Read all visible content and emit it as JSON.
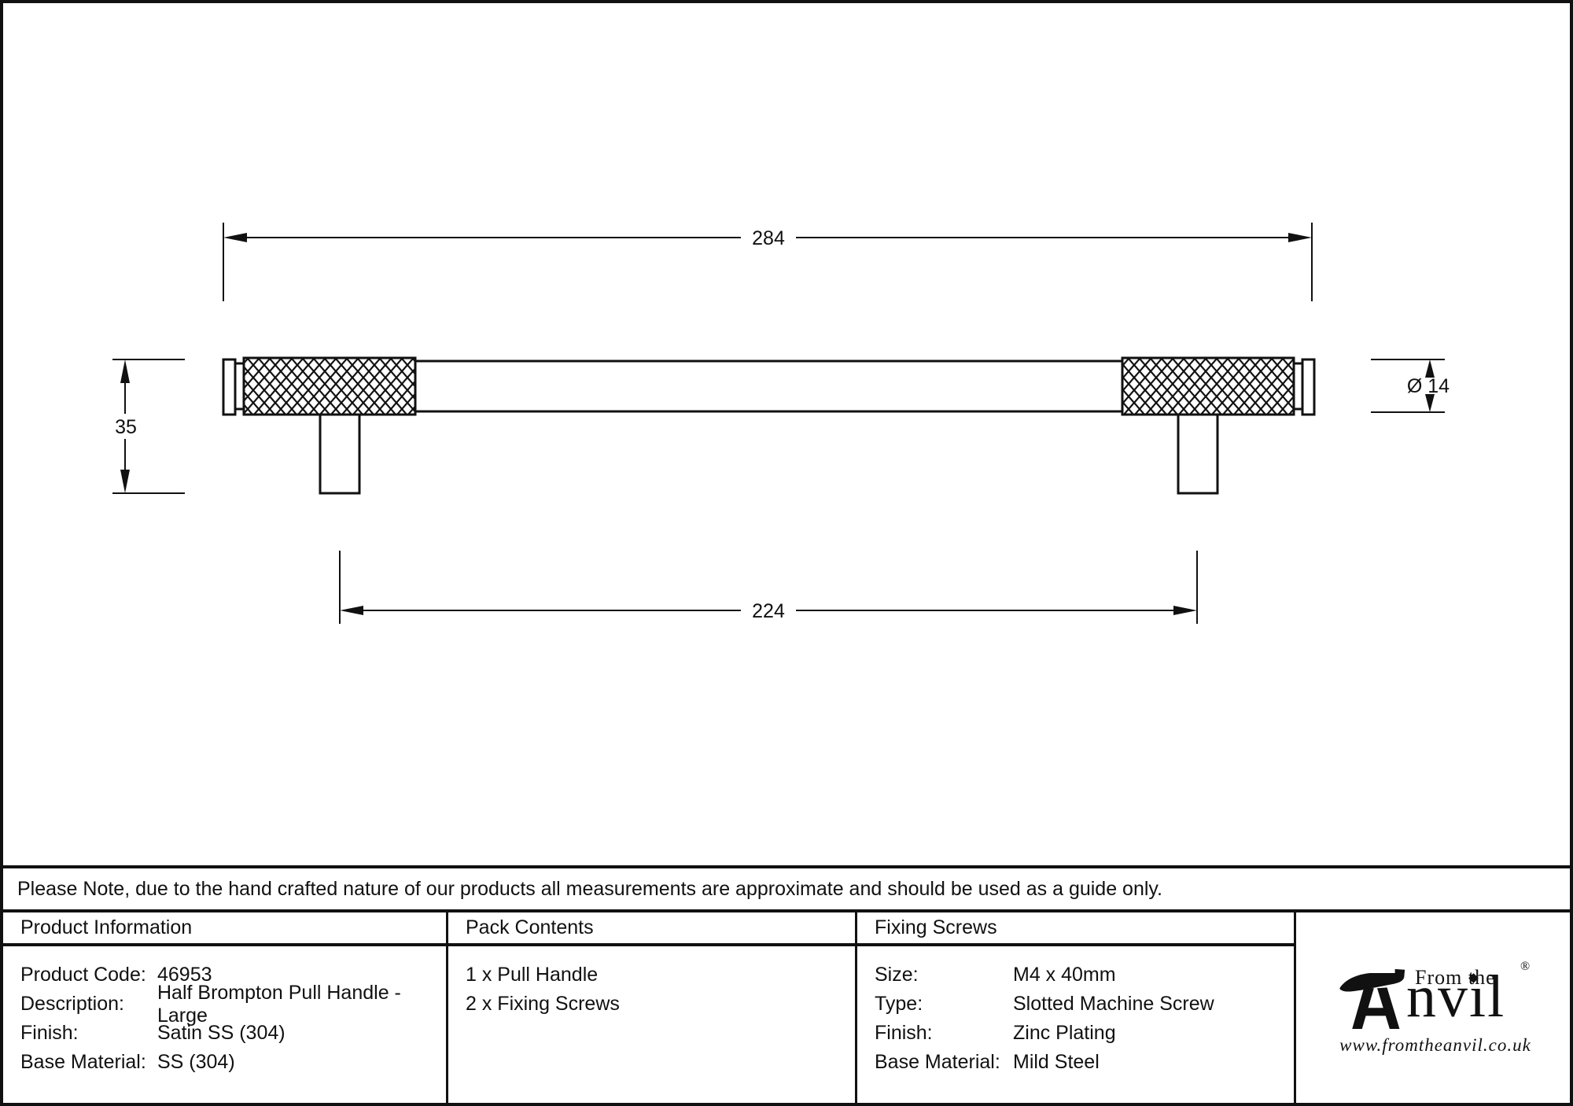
{
  "note": "Please Note, due to the hand crafted nature of our products all measurements are approximate and should be used as a guide only.",
  "drawing": {
    "dim_overall_length": "284",
    "dim_fixing_centres": "224",
    "dim_projection": "35",
    "dim_diameter": "Ø 14"
  },
  "product_information": {
    "header": "Product Information",
    "rows": [
      {
        "label": "Product Code:",
        "value": "46953"
      },
      {
        "label": "Description:",
        "value": "Half Brompton Pull Handle - Large"
      },
      {
        "label": "Finish:",
        "value": "Satin SS (304)"
      },
      {
        "label": "Base Material:",
        "value": "SS (304)"
      }
    ]
  },
  "pack_contents": {
    "header": "Pack Contents",
    "items": [
      "1 x Pull Handle",
      "2 x Fixing Screws"
    ]
  },
  "fixing_screws": {
    "header": "Fixing Screws",
    "rows": [
      {
        "label": "Size:",
        "value": "M4 x 40mm"
      },
      {
        "label": "Type:",
        "value": "Slotted Machine Screw"
      },
      {
        "label": "Finish:",
        "value": "Zinc Plating"
      },
      {
        "label": "Base Material:",
        "value": "Mild Steel"
      }
    ]
  },
  "logo": {
    "from_the": "From the",
    "name_parts": [
      "nv",
      "ı",
      "l"
    ],
    "registered": "®",
    "website": "www.fromtheanvil.co.uk"
  },
  "colors": {
    "ink": "#111111",
    "paper": "#ffffff"
  }
}
